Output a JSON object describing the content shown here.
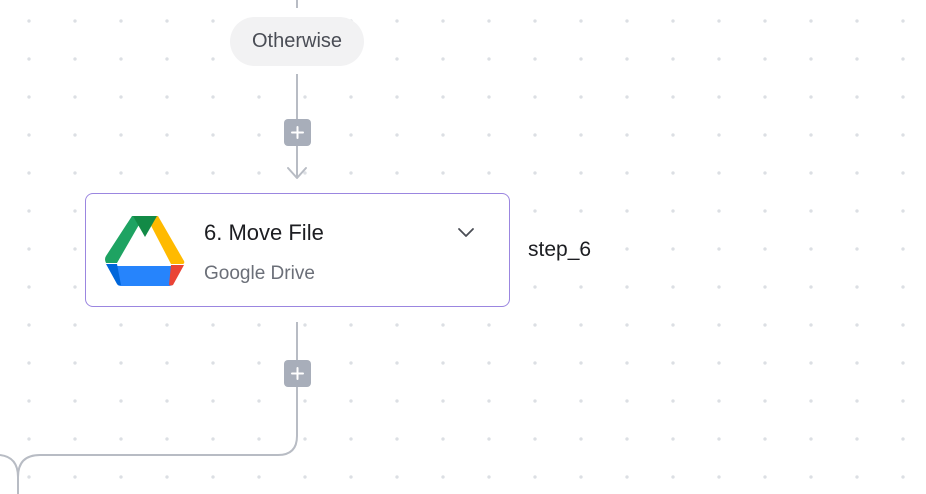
{
  "flow": {
    "branch_label": "Otherwise",
    "step": {
      "title": "6. Move File",
      "app_name": "Google Drive",
      "step_id": "step_6",
      "icon": "google-drive-icon",
      "selected_border_color": "#9b86e0"
    },
    "add_step_icon": "plus-icon",
    "expand_icon": "chevron-down-icon",
    "colors": {
      "connector": "#b8bcc4",
      "add_button": "#a8aeba",
      "branch_pill": "#f2f2f3"
    }
  }
}
